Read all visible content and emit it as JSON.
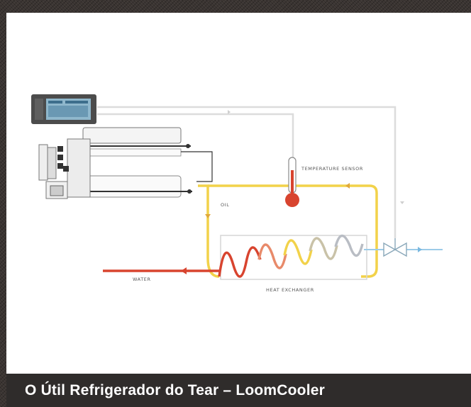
{
  "caption": "O Útil Refrigerador do Tear – LoomCooler",
  "labels": {
    "temperature_sensor": "TEMPERATURE SENSOR",
    "oil": "OIL",
    "water": "WATER",
    "heat_exchanger": "HEAT EXCHANGER"
  },
  "colors": {
    "oil_line": "#f2d24a",
    "hot_water": "#d8442f",
    "cold_water": "#7ab8e0",
    "control_line": "#d9d9d9",
    "coil_gray": "#b9bdc4"
  }
}
